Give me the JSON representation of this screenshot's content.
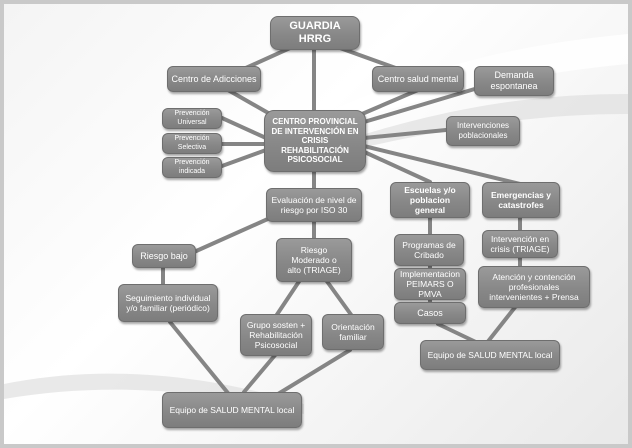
{
  "nodes": {
    "guardia": "GUARDIA\nHRRG",
    "centro_adicciones": "Centro de Adicciones",
    "centro_salud_mental": "Centro salud mental",
    "demanda": "Demanda\nespontanea",
    "centro_provincial": "CENTRO PROVINCIAL\nDE INTERVENCIÓN EN\nCRISIS  REHABILITACIÓN\nPSICOSOCIAL",
    "prevencion_universal": "Prevención\nUniversal",
    "prevencion_selectiva": "Prevención\nSelectiva",
    "prevencion_indicada": "Prevención\nindicada",
    "intervenciones_poblacionales": "Intervenciones\npoblacionales",
    "evaluacion": "Evaluación de nivel de\nriesgo por ISO 30",
    "escuelas": "Escuelas y/o\npoblacion general",
    "emergencias": "Emergencias y\ncatastrofes",
    "riesgo_bajo": "Riesgo bajo",
    "riesgo_moderado": "Riesgo\nModerado o\nalto (TRIAGE)",
    "programas_cribado": "Programas de\nCribado",
    "intervencion_crisis": "Intervención en\ncrisis (TRIAGE)",
    "implementacion": "Implementacion\nPEIMARS O PMVA",
    "atencion_contencion": "Atención y contención\nprofesionales\nintervenientes + Prensa",
    "seguimiento": "Seguimiento individual\ny/o familiar (periódico)",
    "casos": "Casos",
    "grupo_sosten": "Grupo sosten +\nRehabilitación\nPsicosocial",
    "orientacion_familiar": "Orientación\nfamiliar",
    "equipo_right": "Equipo de SALUD MENTAL local",
    "equipo_left": "Equipo de SALUD MENTAL local"
  }
}
